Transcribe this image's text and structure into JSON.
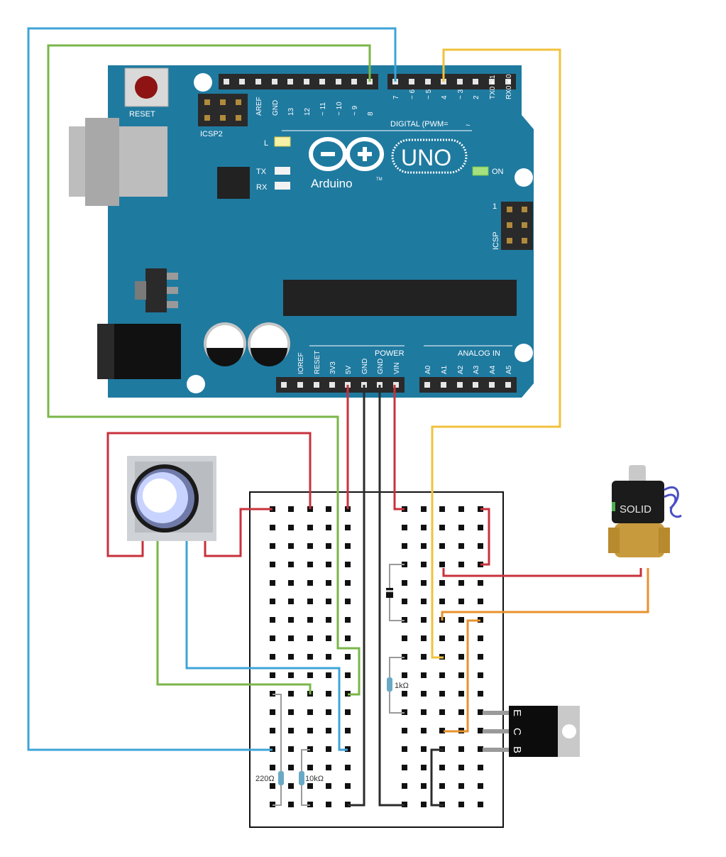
{
  "board": {
    "reset_label": "RESET",
    "icsp2_label": "ICSP2",
    "icsp_label": "ICSP",
    "icsp_pin1": "1",
    "led_l_label": "L",
    "led_tx_label": "TX",
    "led_rx_label": "RX",
    "on_label": "ON",
    "brand": "Arduino",
    "tm": "TM",
    "model": "UNO",
    "digital_label": "DIGITAL (PWM=",
    "pwm_symbol": "~",
    "power_label": "POWER",
    "analog_label": "ANALOG IN",
    "digital_pins_left": [
      "AREF",
      "GND",
      "13",
      "12",
      "~ 11",
      "~ 10",
      "~ 9",
      "8"
    ],
    "digital_pins_right": [
      "7",
      "~ 6",
      "~ 5",
      "4",
      "~ 3",
      "2",
      "TX0 ▸ 1",
      "RX0 ◂ 0"
    ],
    "power_pins": [
      "IOREF",
      "RESET",
      "3V3",
      "5V",
      "GND",
      "GND",
      "VIN"
    ],
    "analog_pins": [
      "A0",
      "A1",
      "A2",
      "A3",
      "A4",
      "A5"
    ],
    "colors": {
      "board": "#1f7aa0",
      "header": "#2a2a2a"
    }
  },
  "components": {
    "solenoid_brand": "SOLID",
    "transistor_pins": [
      "E",
      "C",
      "B"
    ],
    "resistor_220": "220Ω",
    "resistor_10k": "10kΩ",
    "resistor_1k": "1kΩ"
  },
  "wire_colors": {
    "red": "#c8313b",
    "black": "#2b2b2b",
    "blue": "#3ea4d8",
    "green": "#7ab648",
    "yellow": "#f0c23c",
    "orange": "#e8912c",
    "gray": "#9a9a9a"
  }
}
